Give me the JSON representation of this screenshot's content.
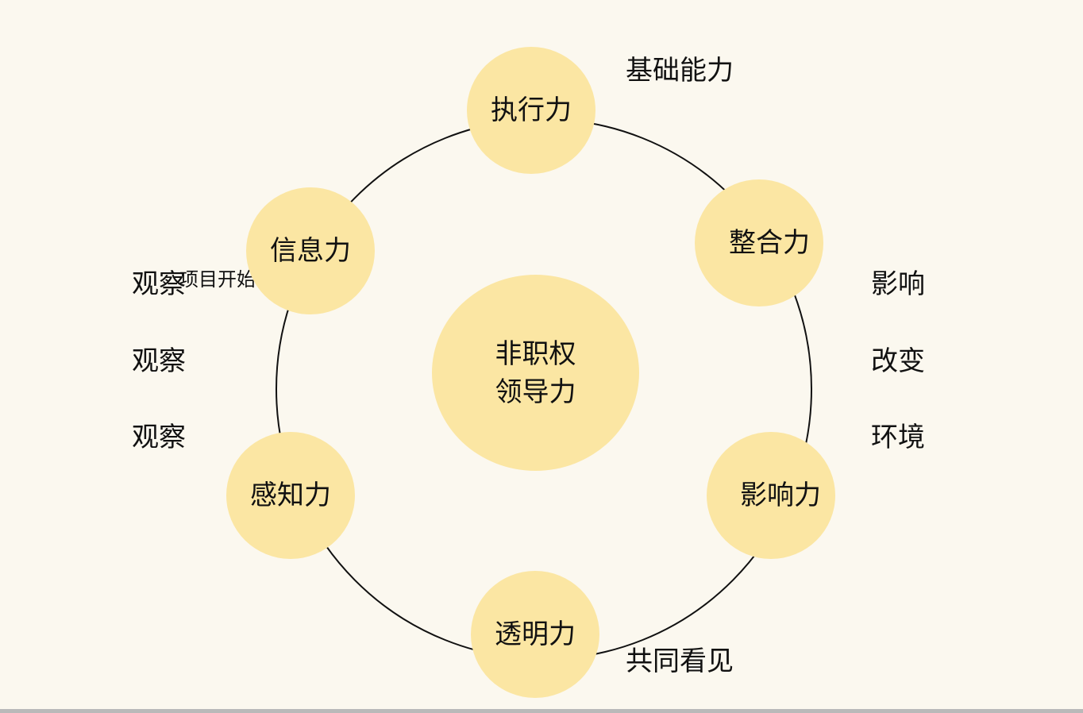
{
  "colors": {
    "background": "#fbf8ef",
    "node_fill": "#fbe6a3",
    "ring_stroke": "#111111",
    "text": "#111111"
  },
  "center": {
    "line1": "非职权",
    "line2": "领导力"
  },
  "nodes": {
    "execution": "执行力",
    "integration": "整合力",
    "influence": "影响力",
    "transparency": "透明力",
    "perception": "感知力",
    "information": "信息力"
  },
  "annotations": {
    "top_right": "基础能力",
    "bottom_right": "共同看见",
    "right_1": "影响",
    "right_2": "改变",
    "right_3": "环境",
    "left_1": "观察",
    "left_2": "观察",
    "left_3": "观察",
    "left_overlap": "项目开始"
  }
}
